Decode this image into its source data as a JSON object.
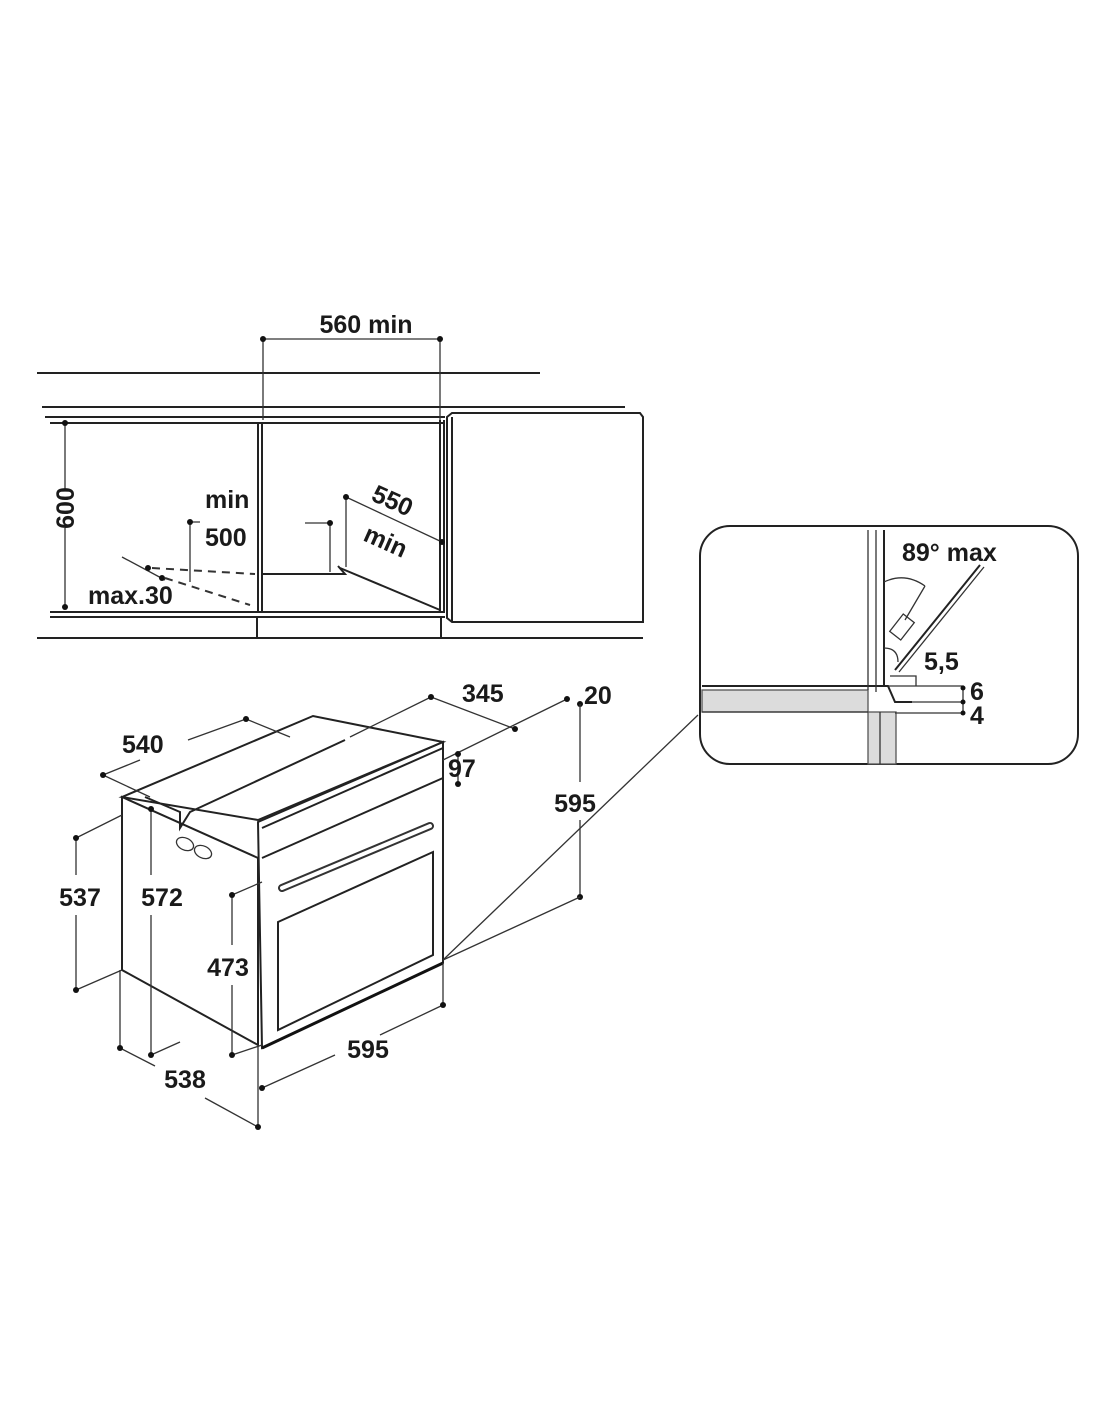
{
  "top_view": {
    "width_label": "560 min",
    "height_label": "600",
    "min_label": "min",
    "vent_label": "500",
    "max_label": "max.30",
    "depth_label": "550",
    "depth_min_label": "min"
  },
  "oven_view": {
    "dims": {
      "d540": "540",
      "d345": "345",
      "d20": "20",
      "d97": "97",
      "d595_height": "595",
      "d537": "537",
      "d572": "572",
      "d473": "473",
      "d595_width": "595",
      "d538": "538"
    }
  },
  "detail_view": {
    "angle_label": "89° max",
    "gap_label": "5,5",
    "d6": "6",
    "d4": "4"
  },
  "colors": {
    "line": "#222222",
    "fill": "#dcdcdc"
  }
}
